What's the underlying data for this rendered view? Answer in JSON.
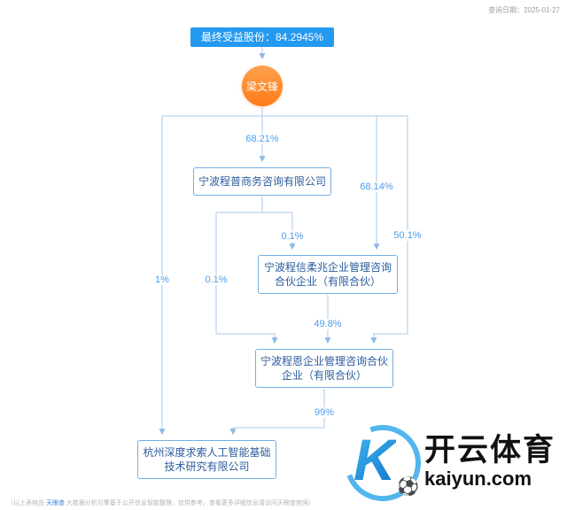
{
  "header": {
    "query_date": "查询日期：2025-01-27"
  },
  "badge": {
    "label": "最终受益股份：84.2945%"
  },
  "person": {
    "name": "梁文锋"
  },
  "nodes": {
    "chengpu": {
      "name": "宁波程普商务咨询有限公司"
    },
    "chengxin": {
      "name": "宁波程信柔兆企业管理咨询合伙企业（有限合伙）"
    },
    "chengen": {
      "name": "宁波程恩企业管理咨询合伙企业（有限合伙）"
    },
    "deepseek": {
      "name": "杭州深度求索人工智能基础技术研究有限公司"
    }
  },
  "edges": {
    "person_to_chengpu": "68.21%",
    "person_to_chengxin": "68.14%",
    "chengpu_to_chengxin": "0.1%",
    "person_to_chengen": "50.1%",
    "chengpu_to_chengen": "0.1%",
    "chengxin_to_chengen": "49.8%",
    "person_to_deepseek": "1%",
    "chengen_to_deepseek": "99%"
  },
  "watermark": {
    "k": "K",
    "soccer_ball": "⚽",
    "brand": "开云体育",
    "domain": "kaiyun.com"
  },
  "footer": {
    "prefix": "（以上表格由 ",
    "brand": "天眼查",
    "suffix": " 大数据分析引擎基于公开信息智能整理，仅供参考。查看更多详细信息请访问天眼查官网）"
  },
  "colors": {
    "accent_blue": "#2499F0",
    "person_orange": "#FF7A19",
    "line_blue": "#A9C9EA",
    "label_blue": "#4D9BE8",
    "box_border": "#74AEE4",
    "box_text": "#2B5C9C"
  }
}
